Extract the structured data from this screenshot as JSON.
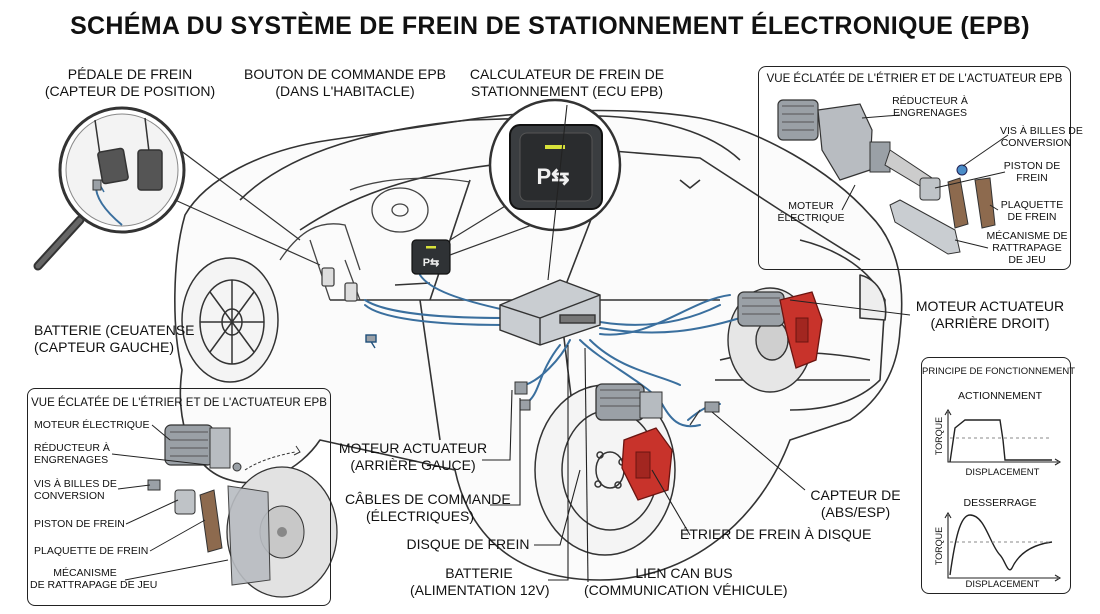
{
  "title": "SCHÉMA DU SYSTÈME DE FREIN DE STATIONNEMENT ÉLECTRONIQUE (EPB)",
  "labels": {
    "pedale": [
      "PÉDALE DE FREIN",
      "(CAPTEUR DE POSITION)"
    ],
    "bouton": [
      "BOUTON DE COMMANDE EPB",
      "(DANS L'HABITACLE)"
    ],
    "calculateur": [
      "CALCULATEUR DE FREIN DE",
      "STATIONNEMENT (ECU EPB)"
    ],
    "batterie_gauche": [
      "BATTERIE (CEUATENSE",
      "(CAPTEUR GAUCHE)"
    ],
    "moteur_droit": [
      "MOTEUR ACTUATEUR",
      "(ARRIÈRE DROIT)"
    ],
    "moteur_gauche": [
      "MOTEUR ACTUATEUR",
      "(ARRIÈRE GAUCE)"
    ],
    "cables": [
      "CÂBLES DE COMMANDE",
      "(ÉLECTRIQUES)"
    ],
    "disque": "DISQUE DE FREIN",
    "batterie": [
      "BATTERIE",
      "(ALIMENTATION 12V)"
    ],
    "can": [
      "LIEN CAN BUS",
      "(COMMUNICATION VÉHICULE)"
    ],
    "capteur_abs": [
      "CAPTEUR DE",
      "(ABS/ESP)"
    ],
    "etrier": "ÉTRIER DE FREIN À DISQUE"
  },
  "button_icon": "P⇆",
  "panel_right": {
    "title": "VUE ÉCLATÉE DE L'ÉTRIER ET DE L'ACTUATEUR EPB",
    "reducteur": [
      "RÉDUCTEUR À",
      "ENGRENAGES"
    ],
    "vis": [
      "VIS À BILLES DE",
      "CONVERSION"
    ],
    "piston": [
      "PISTON DE",
      "FREIN"
    ],
    "moteur": [
      "MOTEUR",
      "ÉLECTRIQUE"
    ],
    "plaquette": [
      "PLAQUETTE",
      "DE FREIN"
    ],
    "mecanisme": [
      "MÉCANISME DE",
      "RATTRAPAGE",
      "DE JEU"
    ]
  },
  "panel_left": {
    "title": "VUE ÉCLATÉE DE L'ÉTRIER ET DE L'ACTUATEUR EPB",
    "items": [
      "MOTEUR ÉLECTRIQUE",
      "RÉDUCTEUR À",
      "ENGRENAGES",
      "VIS À BILLES DE",
      "CONVERSION",
      "PISTON DE FREIN",
      "PLAQUETTE DE FREIN",
      "MÉCANISME",
      "DE RATTRAPAGE DE JEU"
    ]
  },
  "principle": {
    "title": "PRINCIPE DE FONCTIONNEMENT",
    "chart1_title": "ACTIONNEMENT",
    "chart2_title": "DESSERRAGE",
    "ylabel": "TORQUE",
    "xlabel": "DISPLACEMENT"
  },
  "colors": {
    "wire": "#3a6f9e",
    "caliper": "#c8332b",
    "metal": "#9aa0a6",
    "line": "#222222"
  }
}
